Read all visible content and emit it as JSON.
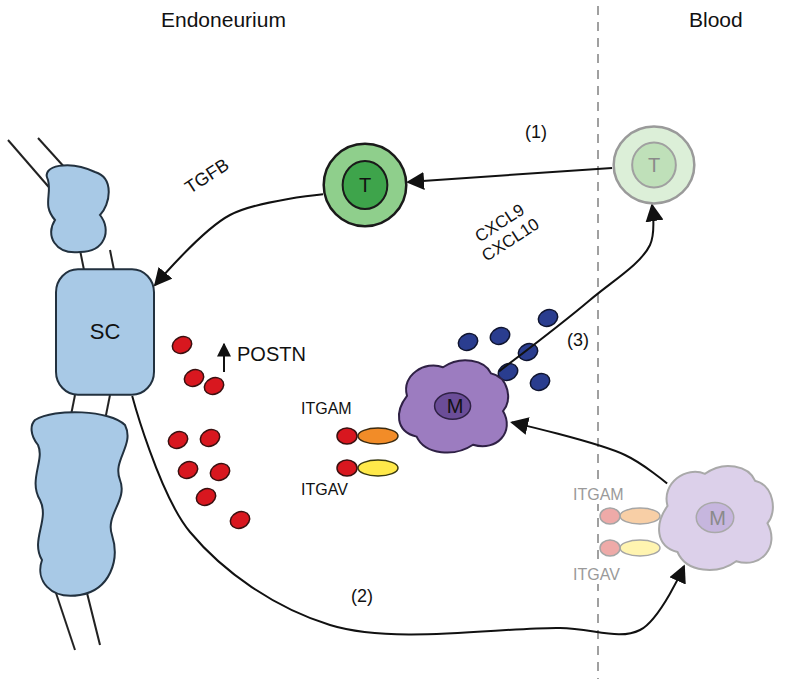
{
  "diagram": {
    "nodes": [
      {
        "text": [
          "SC"
        ]
      },
      {
        "text": [
          "T"
        ]
      },
      {
        "text": [
          "T"
        ]
      },
      {
        "text": [
          "M"
        ]
      },
      {
        "text": [
          "M"
        ]
      }
    ],
    "edges": [
      {
        "from": 2,
        "to": 1,
        "label": "(1)",
        "arrow": "to"
      },
      {
        "from": 1,
        "to": 0,
        "label": "TGFB",
        "arrow": "to"
      },
      {
        "from": 3,
        "to": 2,
        "label": "(3)",
        "arrow": "to"
      },
      {
        "from": 0,
        "to": 4,
        "label": "(2)",
        "arrow": "to"
      },
      {
        "from": 4,
        "to": 3,
        "arrow": "to"
      }
    ],
    "labels": [
      "Endoneurium",
      "Blood",
      "POSTN",
      "CXCL9 CXCL10",
      "ITGAM",
      "ITGAV",
      "ITGAM",
      "ITGAV"
    ]
  }
}
